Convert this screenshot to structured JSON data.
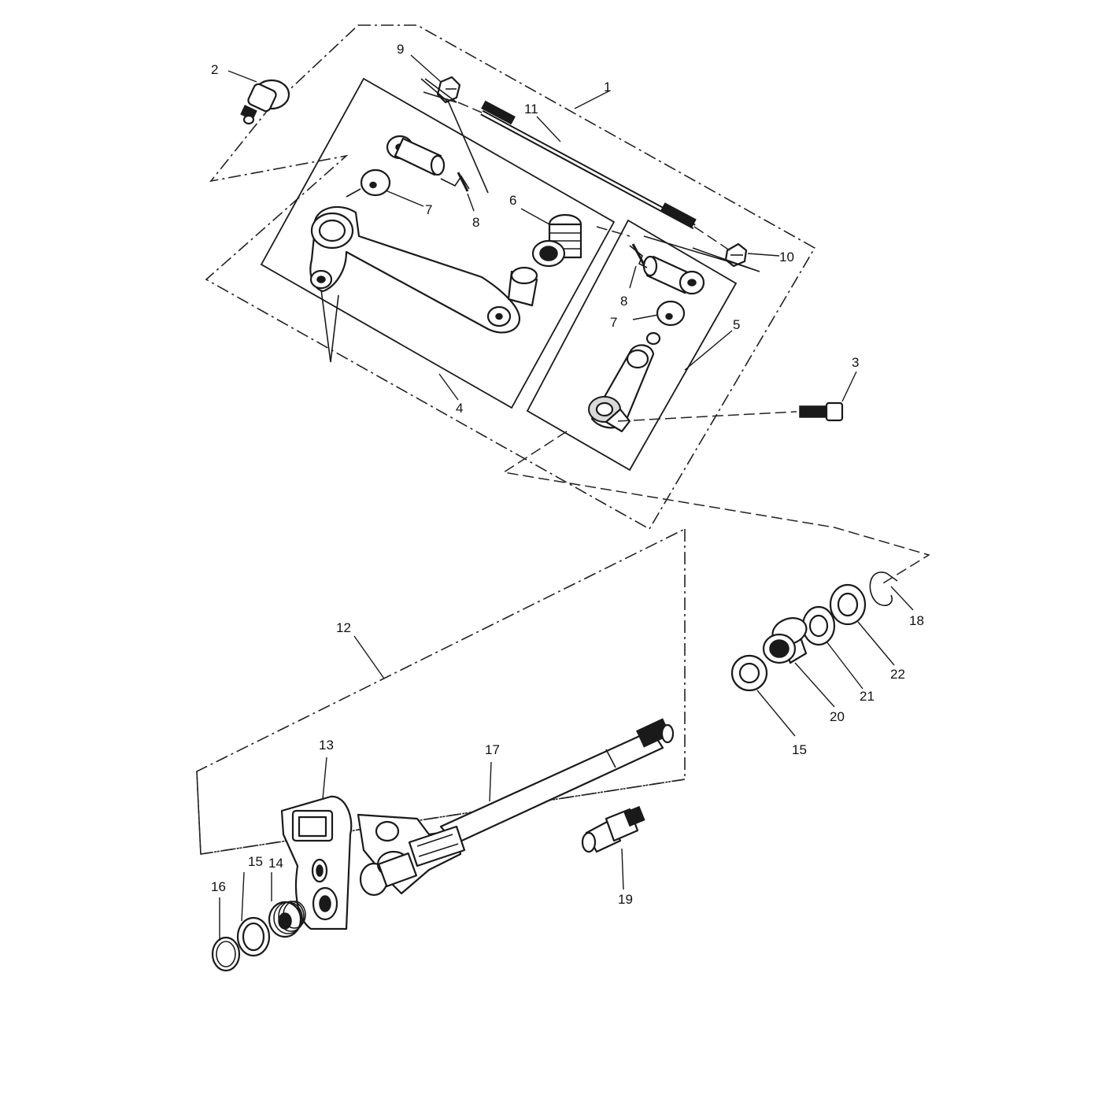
{
  "diagram": {
    "callouts": {
      "c1": "1",
      "c2": "2",
      "c3": "3",
      "c4": "4",
      "c5": "5",
      "c6": "6",
      "c7a": "7",
      "c7b": "7",
      "c8a": "8",
      "c8b": "8",
      "c9": "9",
      "c10": "10",
      "c11": "11",
      "c12": "12",
      "c13": "13",
      "c14": "14",
      "c15a": "15",
      "c15b": "15",
      "c16": "16",
      "c17": "17",
      "c18": "18",
      "c19": "19",
      "c20": "20",
      "c21": "21",
      "c22": "22"
    },
    "colors": {
      "ink": "#1a1a1a",
      "background": "#ffffff"
    }
  }
}
